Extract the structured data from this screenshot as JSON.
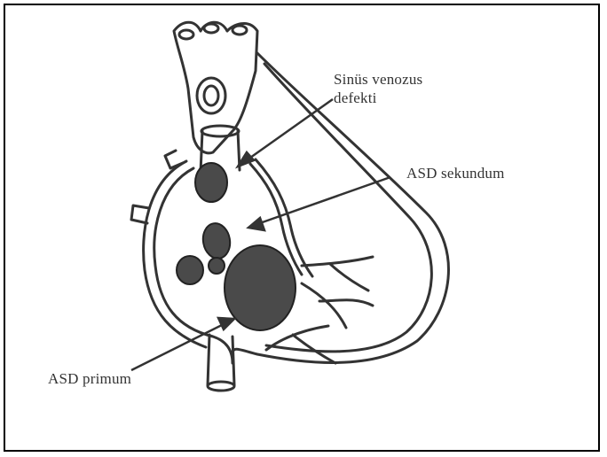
{
  "diagram": {
    "labels": {
      "sinus_line1": "Sinüs venozus",
      "sinus_line2": "defekti",
      "secundum": "ASD sekundum",
      "primum": "ASD primum"
    },
    "colors": {
      "border": "#000000",
      "ink": "#333333",
      "defect_fill": "#4a4a4a"
    }
  }
}
